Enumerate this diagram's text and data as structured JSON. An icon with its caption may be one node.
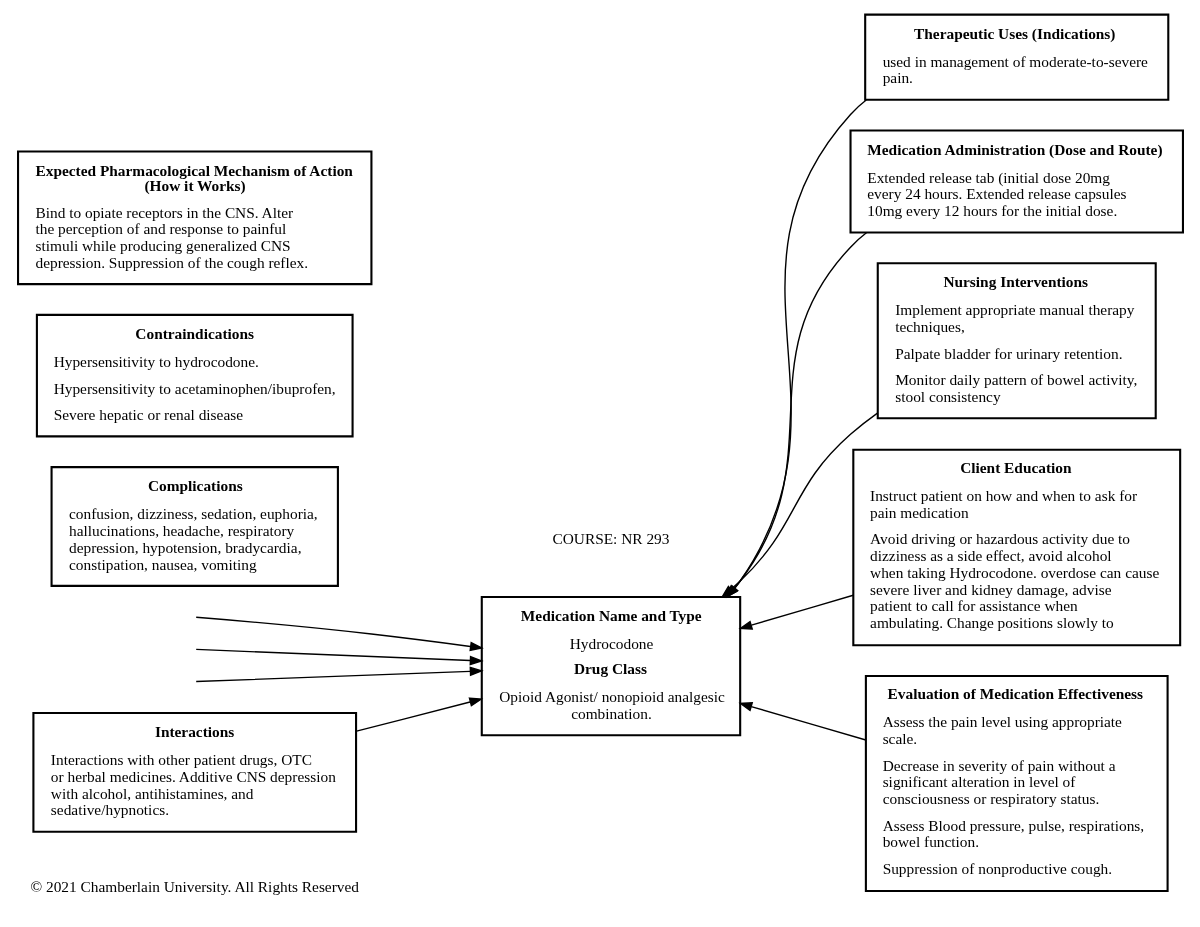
{
  "diagram": {
    "nodes": [
      {
        "text": [
          "Expected Pharmacological Mechanism of Action (How it Works)",
          "Bind to opiate receptors in the CNS. Alter the perception of and response to painful stimuli while producing generalized CNS depression. Suppression of the cough reflex."
        ]
      },
      {
        "text": [
          "Contraindications",
          "Hypersensitivity to hydrocodone.",
          "Hypersensitivity to acetaminophen/ibuprofen,",
          "Severe hepatic or renal disease"
        ]
      },
      {
        "text": [
          "Complications",
          "confusion, dizziness, sedation, euphoria, hallucinations, headache, respiratory depression, hypotension, bradycardia, constipation, nausea, vomiting"
        ]
      },
      {
        "text": [
          "Interactions",
          "Interactions with other patient drugs, OTC or herbal medicines. Additive CNS depression with alcohol, antihistamines, and sedative/hypnotics."
        ]
      },
      {
        "text": [
          "Therapeutic Uses (Indications)",
          "used in management of moderate-to-severe pain."
        ]
      },
      {
        "text": [
          "Medication Name and Type",
          "Hydrocodone",
          "Drug Class",
          "Opioid Agonist/ nonopioid analgesic combination."
        ]
      },
      {
        "text": [
          "Medication Administration (Dose and Route)",
          "Extended release tab (initial dose 20mg every 24 hours. Extended release capsules 10mg every 12 hours for the initial dose."
        ]
      },
      {
        "text": [
          "Nursing Interventions",
          "Implement appropriate manual therapy techniques,",
          "Palpate bladder for urinary retention.",
          "Monitor daily pattern of bowel activity, stool consistency"
        ]
      },
      {
        "text": [
          "Client Education",
          "Instruct patient on how and when to ask for pain medication",
          "Avoid driving or hazardous activity due to dizziness as a side effect, avoid alcohol when taking Hydrocodone. overdose can cause severe liver and kidney damage, advise patient to call for assistance when ambulating. Change positions slowly to"
        ]
      },
      {
        "text": [
          "Evaluation of Medication Effectiveness",
          "Assess the pain level using appropriate scale.",
          "Decrease in severity of pain without a significant alteration in level of consciousness or respiratory status.",
          "Assess Blood pressure, pulse, respirations, bowel function.",
          "Suppression of nonproductive cough."
        ]
      }
    ],
    "edges": [
      {
        "from": null,
        "to": 5,
        "arrow": "to"
      },
      {
        "from": null,
        "to": 5,
        "arrow": "to"
      },
      {
        "from": null,
        "to": 5,
        "arrow": "to"
      },
      {
        "from": 3,
        "to": 5,
        "arrow": "to"
      },
      {
        "from": 9,
        "to": 5,
        "arrow": "to"
      },
      {
        "from": 4,
        "to": 5,
        "arrow": "to"
      },
      {
        "from": 6,
        "to": 5,
        "arrow": "to"
      },
      {
        "from": 7,
        "to": 5,
        "arrow": "to"
      },
      {
        "from": 8,
        "to": 5,
        "arrow": "to"
      }
    ],
    "labels": [
      "COURSE: NR 293",
      "© 2021 Chamberlain University. All Rights Reserved"
    ]
  }
}
